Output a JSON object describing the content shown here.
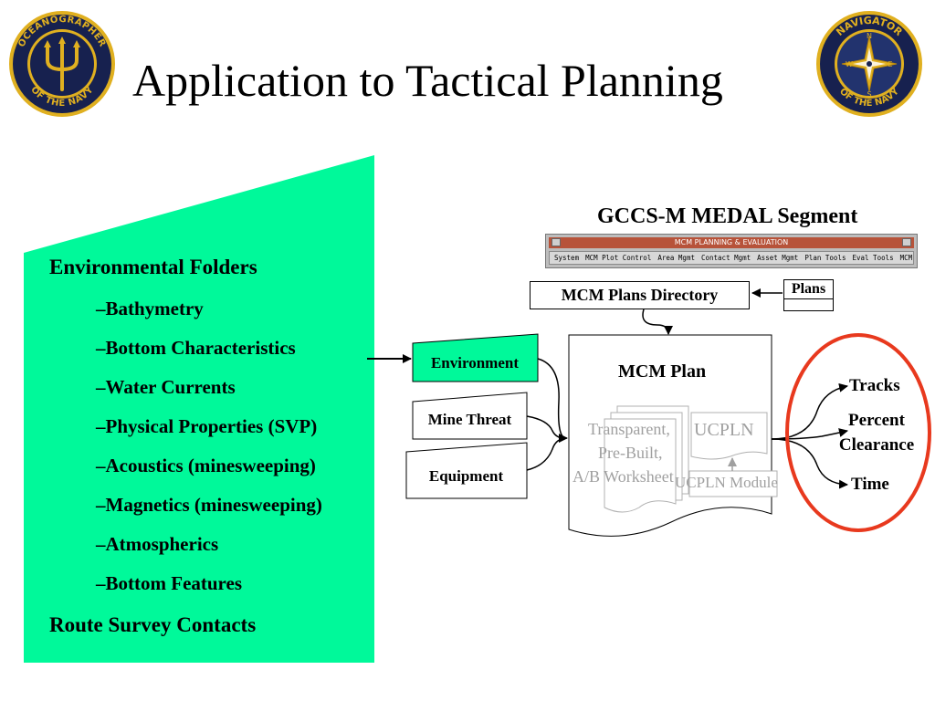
{
  "slide": {
    "title": "Application to Tactical Planning"
  },
  "logos": {
    "left": {
      "name": "oceanographer-of-the-navy-seal",
      "text": "OCEANOGRAPHER OF THE NAVY"
    },
    "right": {
      "name": "navigator-of-the-navy-seal",
      "text": "NAVIGATOR OF THE NAVY"
    }
  },
  "colors": {
    "panel": "#00f99a",
    "navy": "#17214f",
    "gold": "#e0b020",
    "highlight": "#e8391e"
  },
  "environmental_panel": {
    "heading": "Environmental Folders",
    "items": [
      "–Bathymetry",
      "–Bottom Characteristics",
      "–Water Currents",
      "–Physical Properties (SVP)",
      "–Acoustics (minesweeping)",
      "–Magnetics (minesweeping)",
      "–Atmospherics",
      "–Bottom Features"
    ],
    "footer": "Route Survey Contacts"
  },
  "segment": {
    "label": "GCCS-M MEDAL Segment",
    "window_title": "MCM PLANNING & EVALUATION",
    "menu": [
      "System",
      "MCM Plot Control",
      "Area Mgmt",
      "Contact Mgmt",
      "Asset Mgmt",
      "Plan Tools",
      "Eval Tools",
      "MCM Comms"
    ]
  },
  "flow": {
    "plans_label": "Plans",
    "directory_label": "MCM Plans Directory",
    "inputs": [
      "Environment",
      "Mine Threat",
      "Equipment"
    ],
    "plan_title": "MCM Plan",
    "worksheets": [
      "Transparent,",
      "Pre-Built,",
      "A/B Worksheet"
    ],
    "ucpln_label": "UCPLN",
    "module_label": "UCPLN Module",
    "outputs": [
      "Tracks",
      "Percent",
      "Clearance",
      "Time"
    ]
  }
}
